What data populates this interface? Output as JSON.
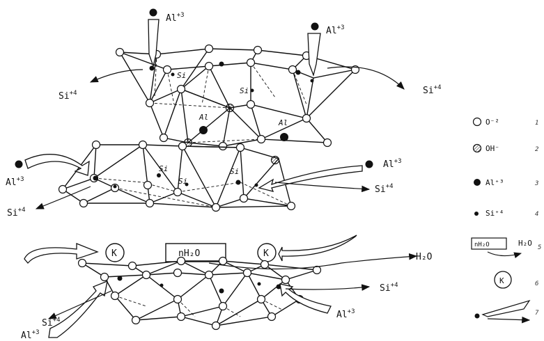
{
  "labels": {
    "al": "Al",
    "al_charge": "+3",
    "si": "Si",
    "si_charge": "+4",
    "k": "K",
    "nh2o": "nH₂O",
    "h2o": "H₂O",
    "si_inner": "Si",
    "al_inner": "Al"
  },
  "legend": [
    {
      "marker": "open-circle-icon",
      "text": "O⁻²",
      "num": "1"
    },
    {
      "marker": "hatched-circle-icon",
      "text": "OH⁻",
      "num": "2"
    },
    {
      "marker": "large-dot-icon",
      "text": "Al⁺³",
      "num": "3"
    },
    {
      "marker": "small-dot-icon",
      "text": "Si⁺⁴",
      "num": "4"
    },
    {
      "marker": "water-box-icon",
      "text": "H₂O",
      "box": "nH₂O",
      "num": "5"
    },
    {
      "marker": "potassium-circle-icon",
      "text": "K",
      "num": "6"
    },
    {
      "marker": "exchange-arrow-icon",
      "text": "",
      "num": "7"
    }
  ]
}
